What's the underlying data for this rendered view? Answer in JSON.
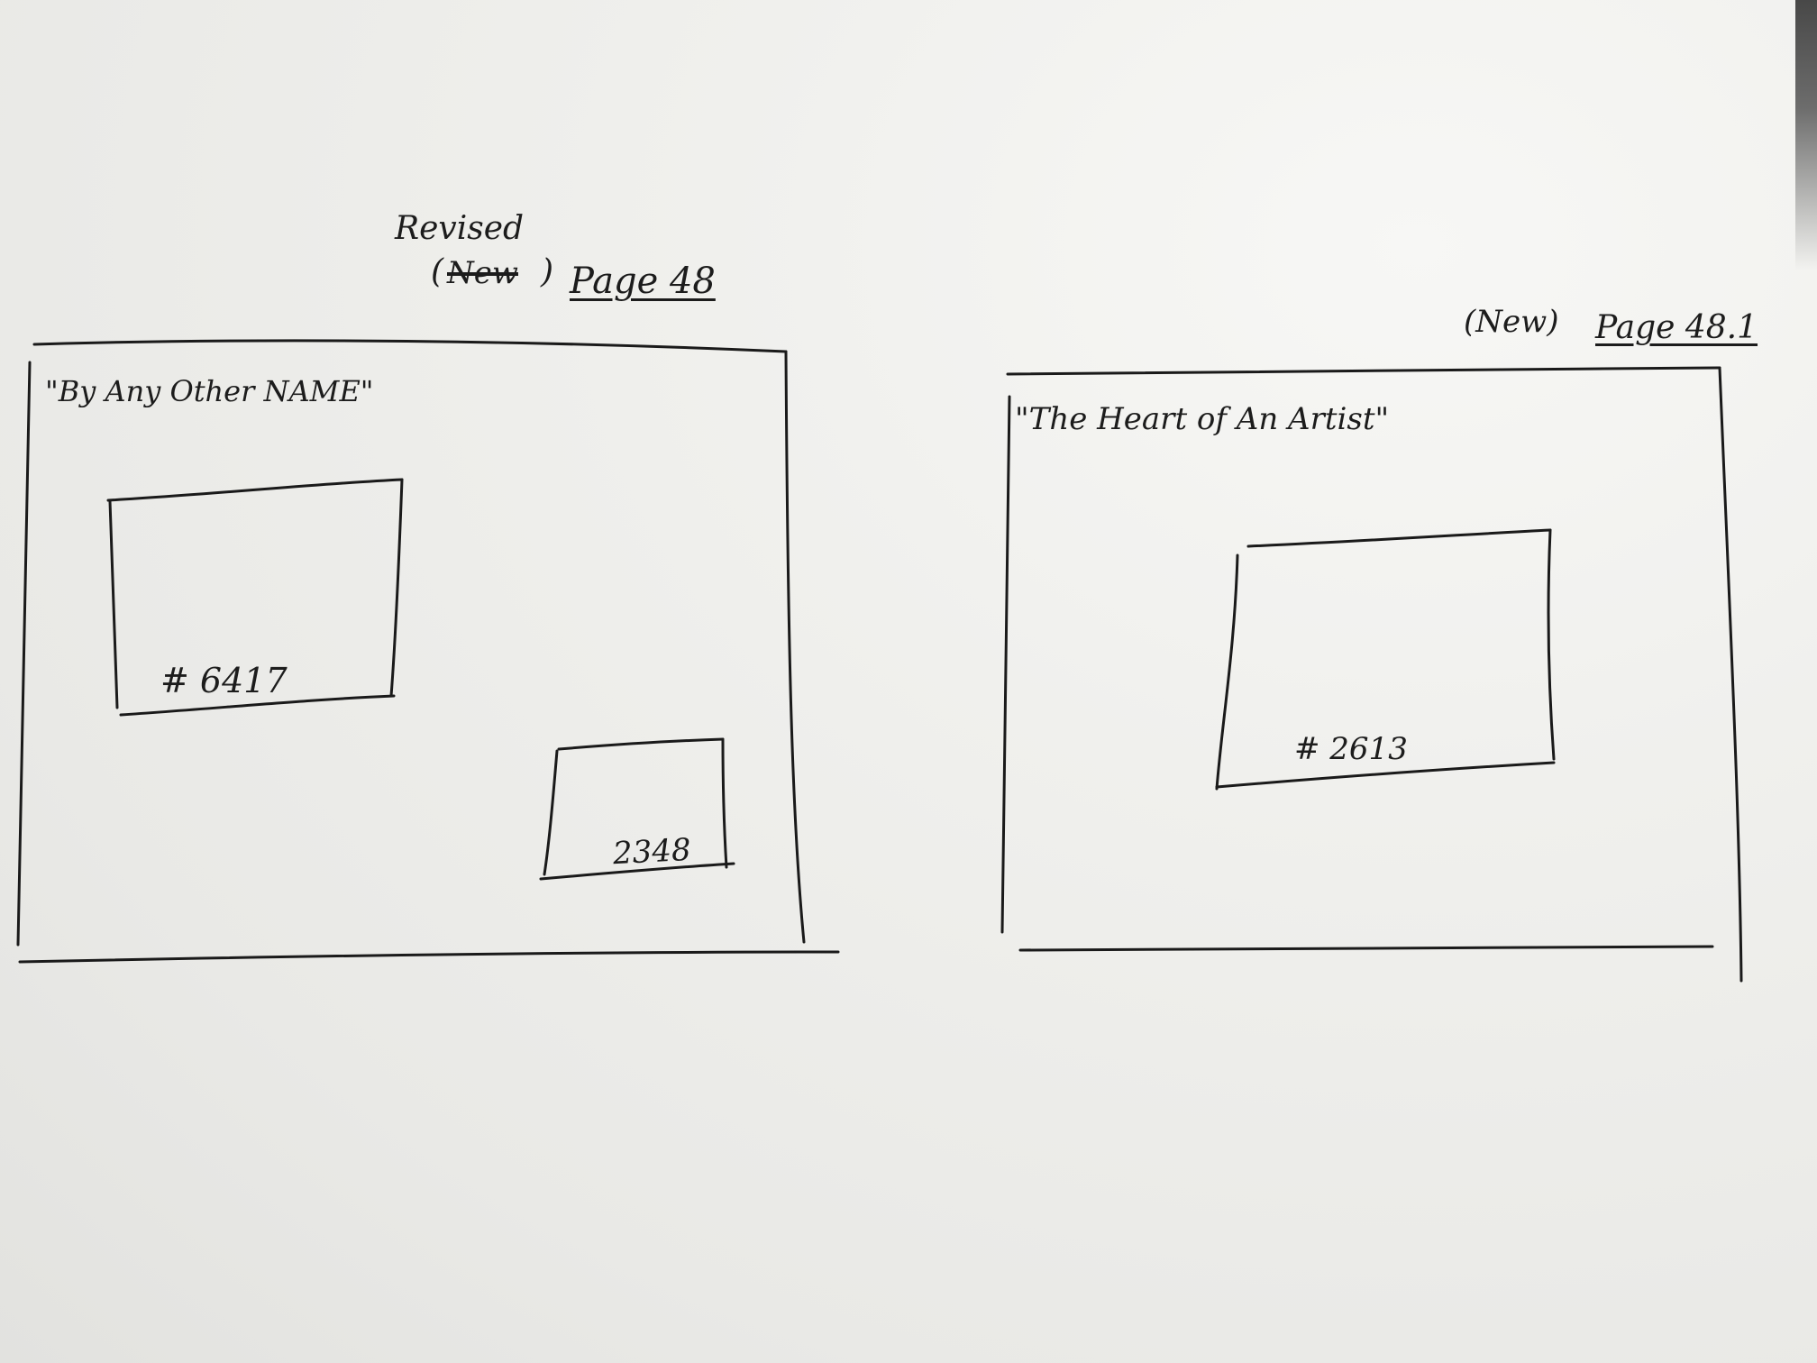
{
  "left_page": {
    "revision_note": "Revised",
    "struck_word": "New",
    "page_label": "Page 48",
    "title": "\"By Any Other NAME\"",
    "photo_large_number": "# 6417",
    "photo_small_number": "2348"
  },
  "right_page": {
    "status_note": "(New)",
    "page_label": "Page 48.1",
    "title": "\"The Heart of An Artist\"",
    "photo_number": "# 2613"
  }
}
